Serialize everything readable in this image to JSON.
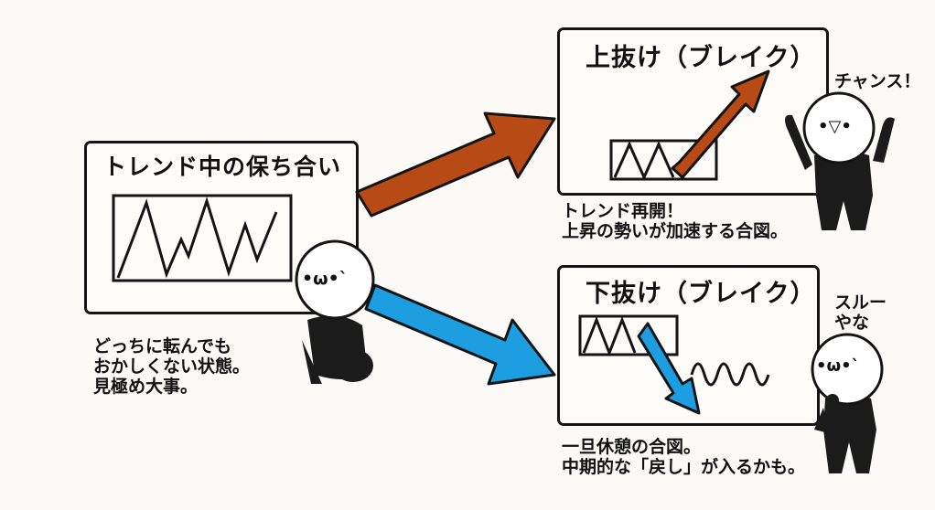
{
  "main_box": {
    "title": "トレンド中の保ち合い",
    "caption_lines": [
      "どっちに転んでも",
      "おかしくない状態。",
      "見極め大事。"
    ]
  },
  "upper_box": {
    "title": "上抜け（ブレイク）",
    "caption_lines": [
      "トレンド再開！",
      "上昇の勢いが加速する合図。"
    ],
    "character_speech": "チャンス！",
    "character_face": "•▽•"
  },
  "lower_box": {
    "title": "下抜け（ブレイク）",
    "caption_lines": [
      "一旦休憩の合図。",
      "中期的な「戻し」が入るかも。"
    ],
    "character_speech_lines": [
      "スルー",
      "やな"
    ],
    "character_face": "•ω•`"
  },
  "center_character": {
    "face": "•ω•`"
  },
  "colors": {
    "up_arrow": "#b84a16",
    "down_arrow": "#1d9ee0",
    "ink": "#141414"
  }
}
